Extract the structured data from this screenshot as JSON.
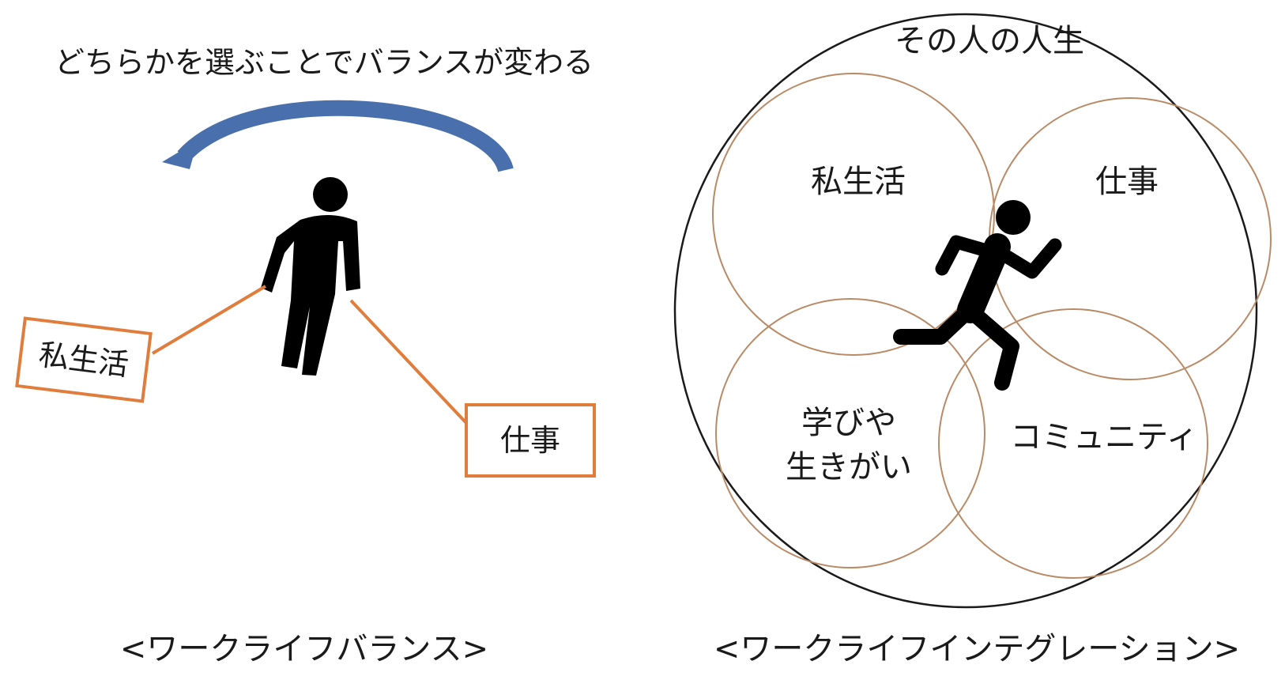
{
  "balance": {
    "heading": "どちらかを選ぶことでバランスが変わる",
    "private_box": "私生活",
    "work_box": "仕事",
    "caption": "<ワークライフバランス>"
  },
  "integration": {
    "life_title": "その人の人生",
    "circles": {
      "private": "私生活",
      "work": "仕事",
      "learning_line1": "学びや",
      "learning_line2": "生きがい",
      "community": "コミュニティ"
    },
    "caption": "<ワークライフインテグレーション>"
  },
  "colors": {
    "arrow": "#4a6fad",
    "box_border": "#e07d3c",
    "domain_circle": "#b98a66",
    "figure": "#000000"
  },
  "icons": [
    "standing-person-icon",
    "running-person-icon",
    "curved-arrow-icon"
  ]
}
